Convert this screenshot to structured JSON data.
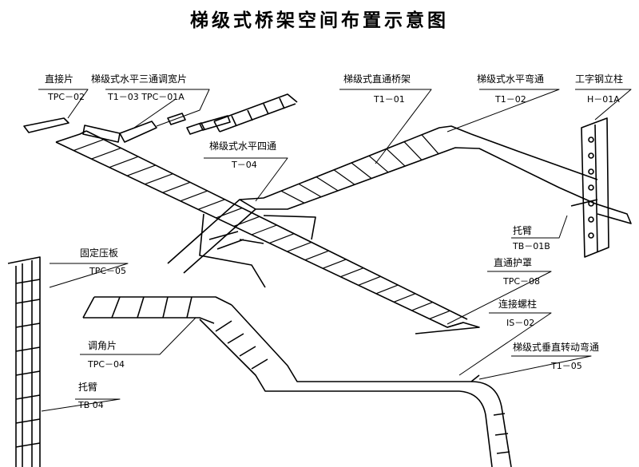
{
  "title": "梯级式桥架空间布置示意图",
  "labels": {
    "straight_joint": {
      "name": "直接片",
      "code": "TPC－02"
    },
    "tee_adjust": {
      "name": "梯级式水平三通调宽片",
      "code": "T1－03 TPC－01A"
    },
    "straight_tray": {
      "name": "梯级式直通桥架",
      "code": "T1－01"
    },
    "horizontal_elbow": {
      "name": "梯级式水平弯通",
      "code": "T1－02"
    },
    "ibeam_column": {
      "name": "工字钢立柱",
      "code": "H－01A"
    },
    "cross": {
      "name": "梯级式水平四通",
      "code": "T－04"
    },
    "bracket_right": {
      "name": "托臂",
      "code": "TB－01B"
    },
    "fixed_plate": {
      "name": "固定压板",
      "code": "TPC－05"
    },
    "straight_cover": {
      "name": "直通护罩",
      "code": "TPC－08"
    },
    "connect_bolt": {
      "name": "连接螺柱",
      "code": "IS－02"
    },
    "angle_plate": {
      "name": "调角片",
      "code": "TPC－04"
    },
    "vertical_elbow": {
      "name": "梯级式垂直转动弯通",
      "code": "T1－05"
    },
    "bracket_left": {
      "name": "托臂",
      "code": "TB  04"
    }
  }
}
